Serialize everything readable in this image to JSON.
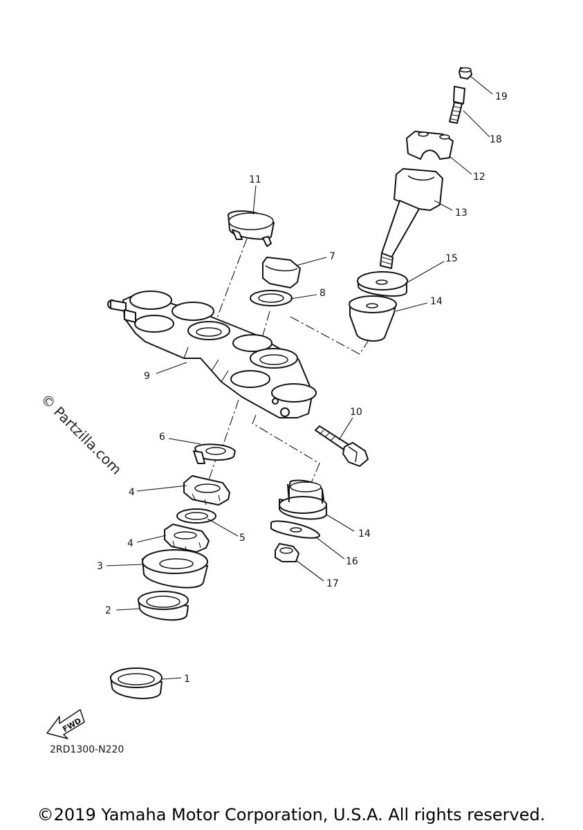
{
  "callouts": {
    "c1": "1",
    "c2": "2",
    "c3": "3",
    "c4a": "4",
    "c4b": "4",
    "c5": "5",
    "c6": "6",
    "c7": "7",
    "c8": "8",
    "c9": "9",
    "c10": "10",
    "c11": "11",
    "c12": "12",
    "c13": "13",
    "c14a": "14",
    "c14b": "14",
    "c15": "15",
    "c16": "16",
    "c17": "17",
    "c18": "18",
    "c19": "19"
  },
  "diagram_code": "2RD1300-N220",
  "watermark": "© Partzilla.com",
  "fwd_label": "FWD",
  "copyright": "©2019 Yamaha Motor Corporation, U.S.A. All rights reserved."
}
